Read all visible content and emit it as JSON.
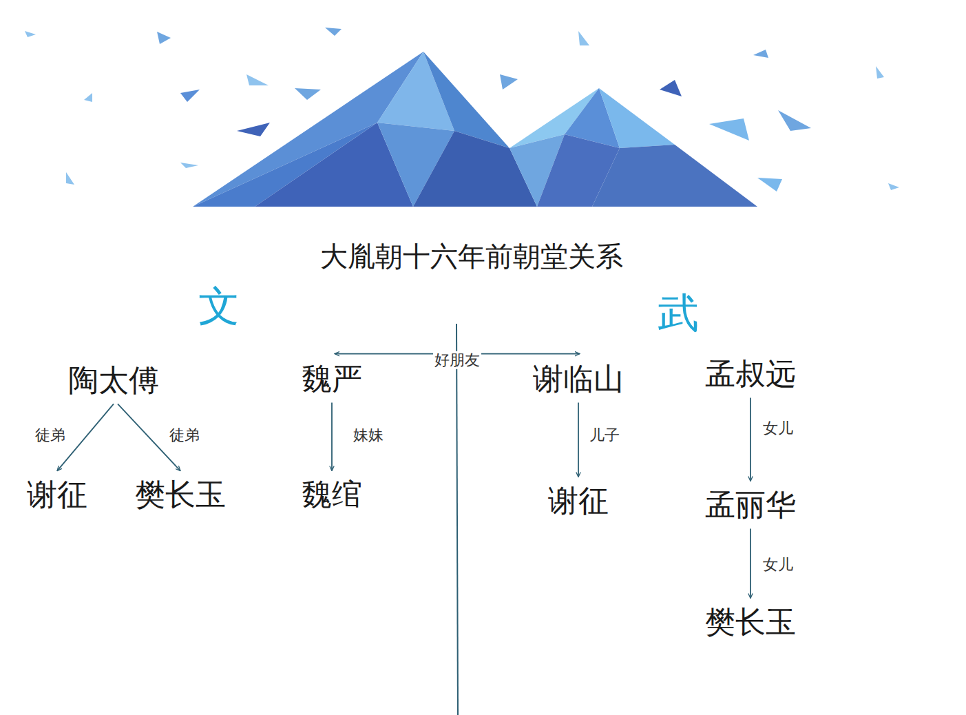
{
  "diagram": {
    "title": "大胤朝十六年前朝堂关系",
    "nodes": [
      {
        "text": [
          "陶太傅"
        ]
      },
      {
        "text": [
          "魏严"
        ]
      },
      {
        "text": [
          "谢临山"
        ]
      },
      {
        "text": [
          "孟叔远"
        ]
      },
      {
        "text": [
          "谢征"
        ]
      },
      {
        "text": [
          "樊长玉"
        ]
      },
      {
        "text": [
          "魏绾"
        ]
      },
      {
        "text": [
          "谢征"
        ]
      },
      {
        "text": [
          "孟丽华"
        ]
      },
      {
        "text": [
          "樊长玉"
        ]
      }
    ],
    "edges": [
      {
        "from": 0,
        "to": 4,
        "label": "徒弟",
        "arrow": "to"
      },
      {
        "from": 0,
        "to": 5,
        "label": "徒弟",
        "arrow": "to"
      },
      {
        "from": 1,
        "to": 2,
        "label": "好朋友",
        "arrow": "both"
      },
      {
        "from": 1,
        "to": 6,
        "label": "妹妹",
        "arrow": "to"
      },
      {
        "from": 2,
        "to": 7,
        "label": "儿子",
        "arrow": "to"
      },
      {
        "from": 3,
        "to": 8,
        "label": "女儿",
        "arrow": "to"
      },
      {
        "from": 8,
        "to": 9,
        "label": "女儿",
        "arrow": "to"
      }
    ],
    "labels": [
      "文",
      "武"
    ]
  }
}
